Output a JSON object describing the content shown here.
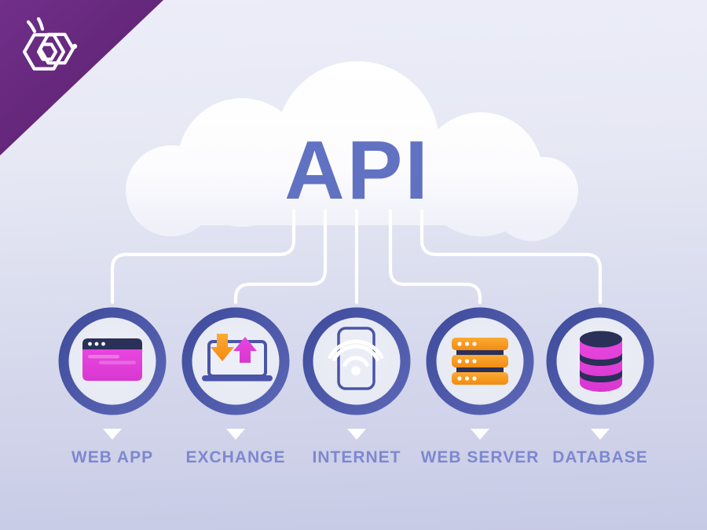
{
  "brand_corner": {
    "logo_icon": "bee-hexagon-logo",
    "corner_color": "#652a7d"
  },
  "cloud": {
    "title": "API",
    "title_color": "#6272c3"
  },
  "nodes": [
    {
      "label": "WEB APP",
      "icon": "browser-window-icon"
    },
    {
      "label": "EXCHANGE",
      "icon": "laptop-transfer-arrows-icon"
    },
    {
      "label": "INTERNET",
      "icon": "smartphone-wifi-icon"
    },
    {
      "label": "WEB SERVER",
      "icon": "server-stack-icon"
    },
    {
      "label": "DATABASE",
      "icon": "database-cylinder-icon"
    }
  ],
  "colors": {
    "background_top": "#ecedf8",
    "background_bottom": "#c7cae5",
    "corner_purple": "#652a7d",
    "cloud_white": "#ffffff",
    "api_text": "#6272c3",
    "ring_blue": "#4a56a7",
    "icon_stroke_blue": "#4a55a8",
    "label_text": "#7e88cf",
    "magenta": "#e23fd9",
    "orange": "#f89b1b",
    "navy": "#2a3058",
    "connector": "#ffffff"
  }
}
